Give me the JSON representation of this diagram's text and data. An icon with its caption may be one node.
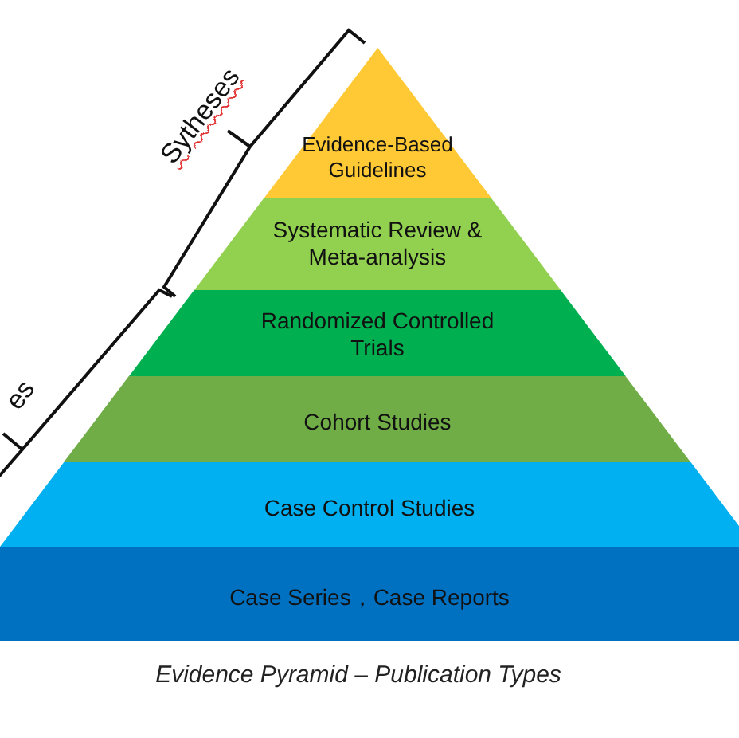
{
  "diagram": {
    "caption": "Evidence Pyramid – Publication Types",
    "nodes": [
      {
        "text": [
          "Evidence-Based Guidelines"
        ]
      },
      {
        "text": [
          "Systematic Review & Meta-analysis"
        ]
      },
      {
        "text": [
          "Randomized Controlled Trials"
        ]
      },
      {
        "text": [
          "Cohort Studies"
        ]
      },
      {
        "text": [
          "Case Control Studies"
        ]
      },
      {
        "text": [
          "Case Series，Case Reports"
        ]
      }
    ],
    "labels": [
      "Sytheses",
      "es"
    ]
  }
}
